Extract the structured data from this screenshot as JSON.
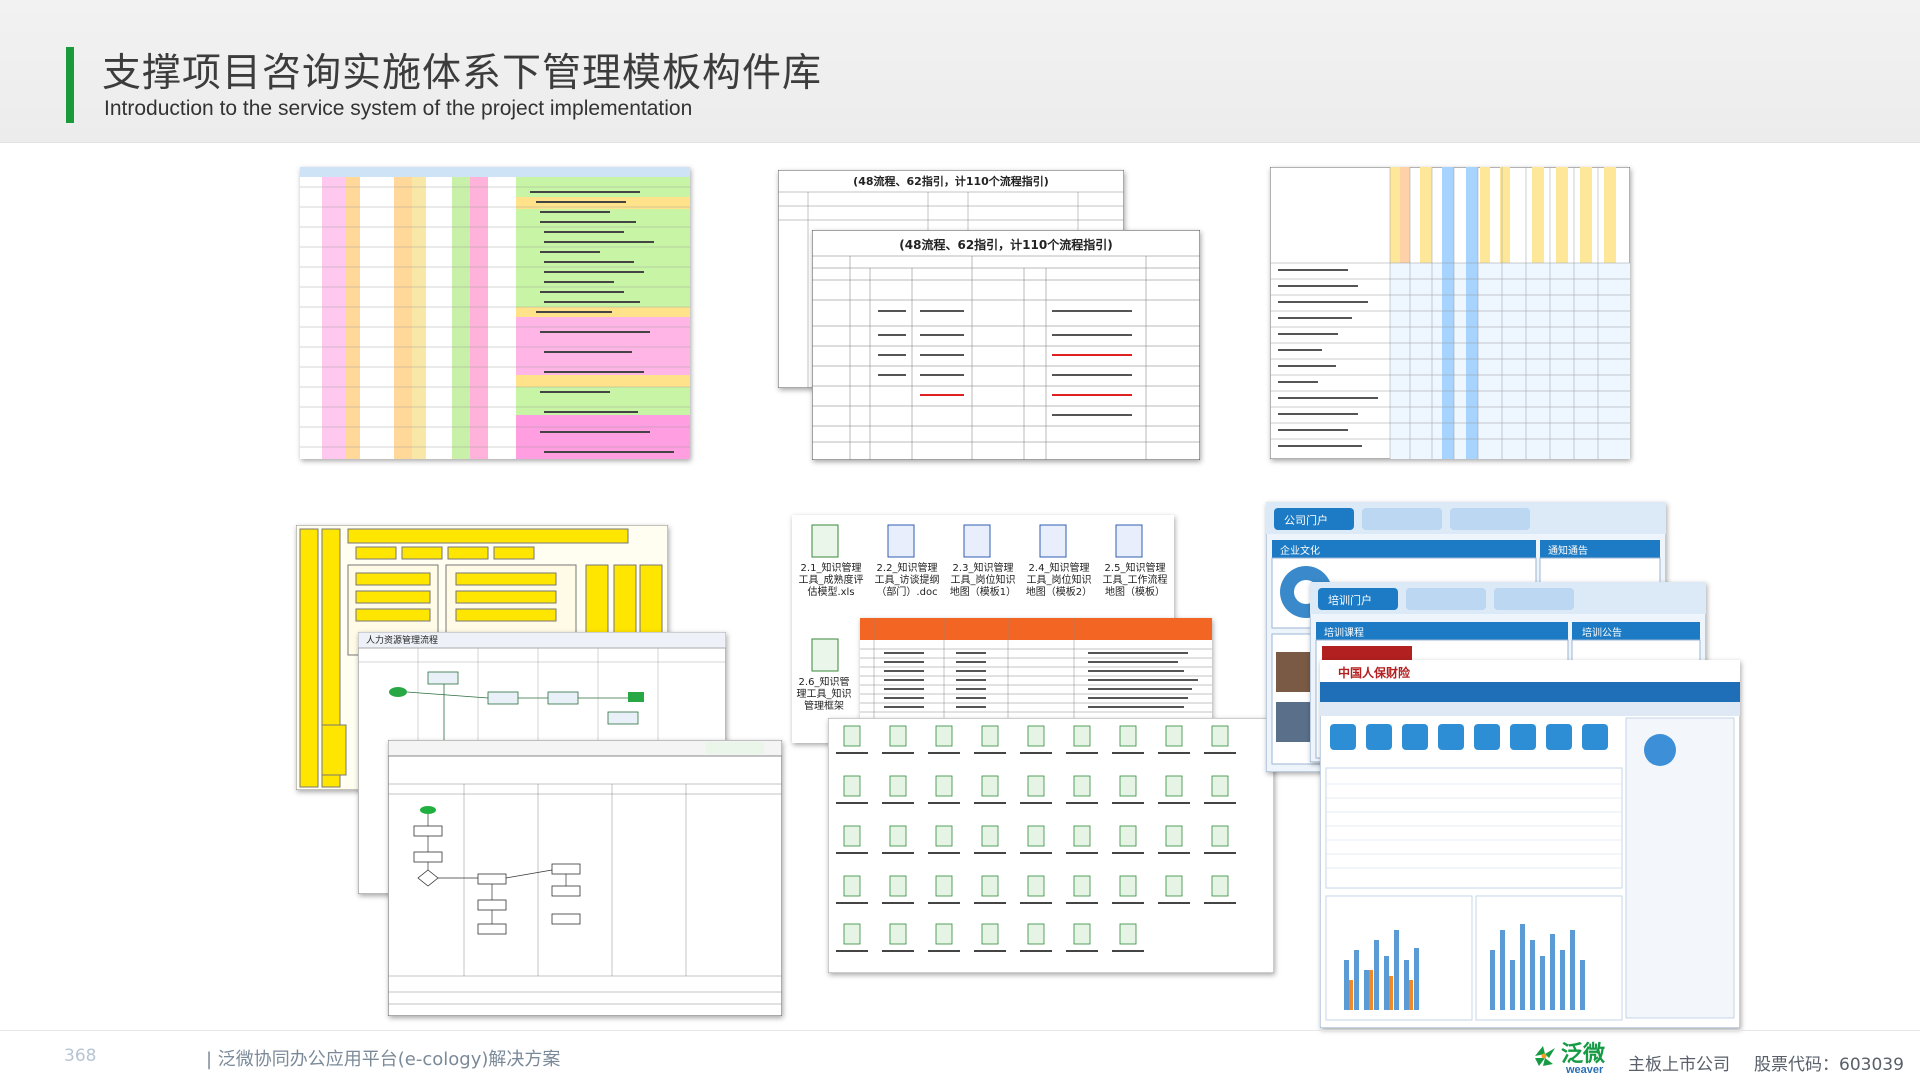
{
  "header": {
    "title": "支撑项目咨询实施体系下管理模板构件库",
    "subtitle": "Introduction to the service system of the project implementation"
  },
  "thumbnails": {
    "flow_guide_title": "(48流程、62指引，计110个流程指引)",
    "docs": [
      {
        "name": "2.1_知识管理工具_成熟度评估模型.xls",
        "type": "excel"
      },
      {
        "name": "2.2_知识管理工具_访谈提纲（部门）.doc",
        "type": "word"
      },
      {
        "name": "2.3_知识管理工具_岗位知识地图（模板1）",
        "type": "word"
      },
      {
        "name": "2.4_知识管理工具_岗位知识地图（模板2）",
        "type": "word"
      },
      {
        "name": "2.5_知识管理工具_工作流程地图（模板）",
        "type": "word"
      },
      {
        "name": "2.6_知识管理工具_知识管理框架",
        "type": "excel"
      }
    ],
    "hr_flow_title": "人力资源管理流程",
    "portal": {
      "company_tab": "公司门户",
      "training_tab": "培训门户",
      "brand": "中国人保财险",
      "sections": [
        "企业文化",
        "通知通告",
        "培训课程",
        "培训公告"
      ]
    }
  },
  "footer": {
    "page_number": "368",
    "text": "| 泛微协同办公应用平台(e-cology)解决方案",
    "logo_cn": "泛微",
    "logo_en": "weaver",
    "listed": "主板上市公司",
    "stock_code": "股票代码：603039"
  },
  "colors": {
    "accent": "#1b9a3c",
    "logo_green": "#169b45",
    "logo_blue": "#2b6fb5"
  }
}
